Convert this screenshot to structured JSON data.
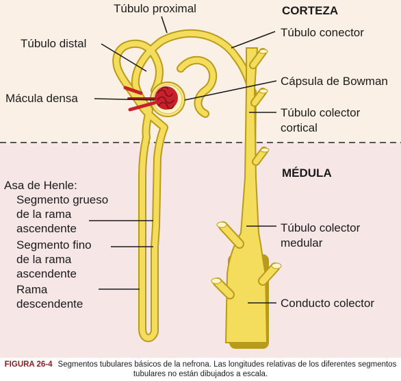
{
  "figure": {
    "id": "FIGURA 26-4",
    "caption": "Segmentos tubulares básicos de la nefrona. Las longitudes relativas de los diferentes segmentos tubulares no están dibujados a escala."
  },
  "regions": {
    "cortex": "CORTEZA",
    "medulla": "MÉDULA"
  },
  "labels": {
    "proximal_tubule": "Túbulo proximal",
    "distal_tubule": "Túbulo distal",
    "macula_densa": "Mácula densa",
    "connecting_tubule": "Túbulo conector",
    "bowman_capsule": "Cápsula de Bowman",
    "cortical_collecting": [
      "Túbulo colector",
      "cortical"
    ],
    "henle_title": "Asa de Henle:",
    "thick_ascending": [
      "Segmento grueso",
      "de la rama",
      "ascendente"
    ],
    "thin_ascending": [
      "Segmento fino",
      "de la rama",
      "ascendente"
    ],
    "descending": [
      "Rama",
      "descendente"
    ],
    "medullary_collecting": [
      "Túbulo colector",
      "medular"
    ],
    "collecting_duct": "Conducto colector"
  },
  "colors": {
    "cortex_bg": "#faf0e6",
    "medulla_bg": "#f6e6e6",
    "tubule": "#f4dc5c",
    "tubule_edge": "#b99a19",
    "glomerulus": "#c8202c",
    "caption_id": "#8c1c24"
  }
}
